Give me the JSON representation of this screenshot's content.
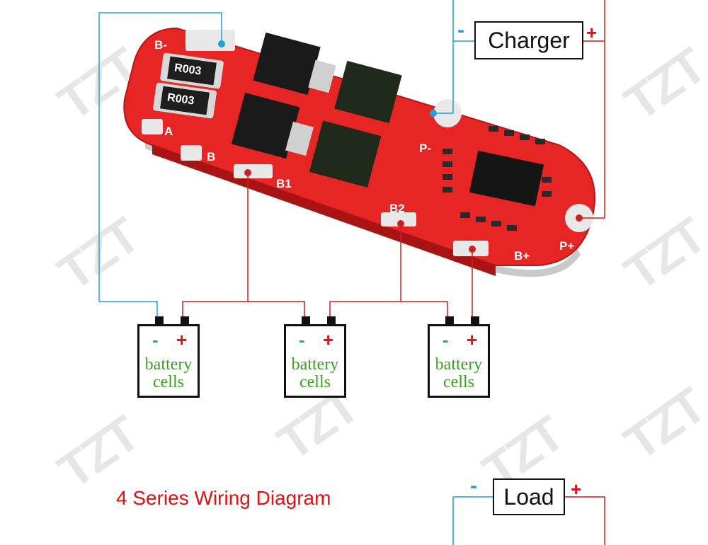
{
  "title": "4 Series Wiring Diagram",
  "watermark": "TZT",
  "charger": {
    "label": "Charger",
    "minus": "-",
    "plus": "+"
  },
  "load": {
    "label": "Load",
    "minus": "-",
    "plus": "+"
  },
  "board": {
    "pads": [
      "B-",
      "A",
      "B",
      "B1",
      "B2",
      "P-",
      "P+",
      "B+"
    ],
    "resistors": [
      "R003",
      "R003"
    ]
  },
  "cells": [
    {
      "minus": "-",
      "plus": "+",
      "line1": "battery",
      "line2": "cells"
    },
    {
      "minus": "-",
      "plus": "+",
      "line1": "battery",
      "line2": "cells"
    },
    {
      "minus": "-",
      "plus": "+",
      "line1": "battery",
      "line2": "cells"
    }
  ],
  "colors": {
    "red_wire": "#cc1f1f",
    "blue_wire": "#1fa0dc",
    "board": "#e82525",
    "cell_text": "#3aa020",
    "title": "#e01010"
  }
}
